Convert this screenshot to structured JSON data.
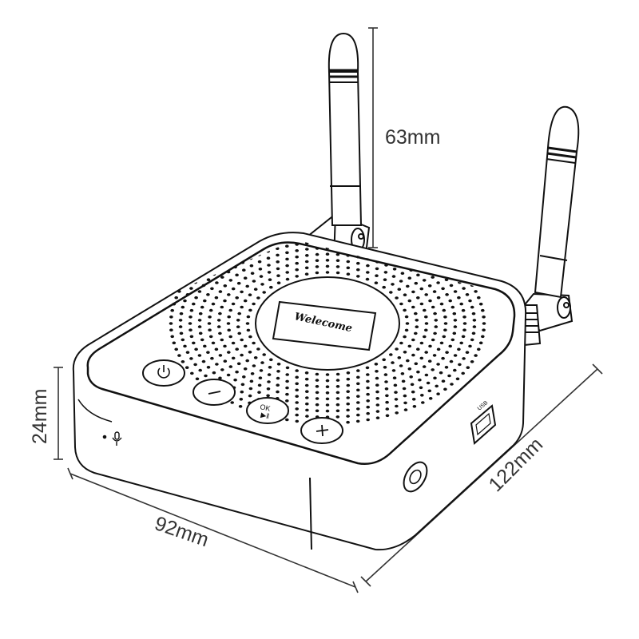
{
  "dimensions": {
    "antenna_height": "63mm",
    "device_height": "24mm",
    "device_width": "92mm",
    "device_depth": "122mm"
  },
  "device": {
    "screen_text": "Welecome",
    "buttons": [
      {
        "name": "power-button",
        "icon": "power-icon"
      },
      {
        "name": "volume-down-button",
        "icon": "minus-icon"
      },
      {
        "name": "ok-play-pause-button",
        "icon": "ok-play-pause-icon",
        "label": "OK",
        "sub_label": "▶‖"
      },
      {
        "name": "volume-up-button",
        "icon": "plus-icon"
      }
    ],
    "usb_label": "USB",
    "mic_icon": "microphone-icon"
  }
}
